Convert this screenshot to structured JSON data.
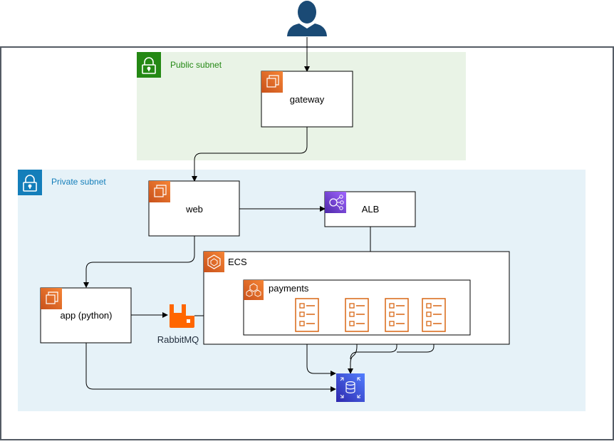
{
  "subnets": {
    "public": {
      "label": "Public subnet",
      "color": "#248814",
      "fill": "#e9f3e6"
    },
    "private": {
      "label": "Private subnet",
      "color": "#147eba",
      "fill": "#e6f2f8"
    }
  },
  "nodes": {
    "gateway": {
      "label": "gateway",
      "icon": "ec2-instance-icon"
    },
    "web": {
      "label": "web",
      "icon": "ec2-instance-icon"
    },
    "alb": {
      "label": "ALB",
      "icon": "elastic-load-balancer-icon"
    },
    "app": {
      "label": "app (python)",
      "icon": "ec2-instance-icon"
    },
    "rabbitmq": {
      "label": "RabbitMQ",
      "icon": "rabbitmq-icon"
    },
    "ecs": {
      "label": "ECS",
      "icon": "ecs-icon"
    },
    "payments": {
      "label": "payments",
      "icon": "fargate-icon"
    },
    "tasks": {
      "count": 4,
      "icon": "container-task-icon"
    },
    "database": {
      "icon": "database-icon"
    }
  },
  "user": {
    "icon": "user-icon"
  },
  "colors": {
    "compute_gradient_start": "#c8511b",
    "compute_gradient_end": "#f68536",
    "alb_purple": "#8c4fff",
    "db_blue": "#3334b9",
    "task_orange": "#d86613",
    "user_navy": "#1a4a75",
    "rabbit_orange": "#ff6600",
    "line": "#000000"
  }
}
